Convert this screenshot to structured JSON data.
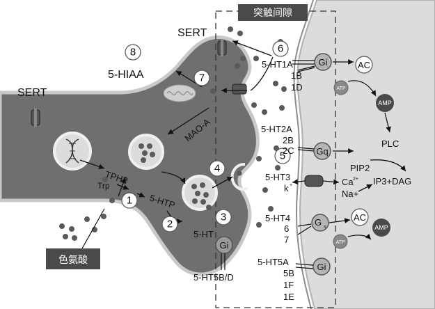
{
  "labels": {
    "synaptic_cleft": "突触间隙",
    "tryptophan": "色氨酸",
    "sert_top": "SERT",
    "sert_left": "SERT",
    "five_hiaa": "5-HIAA",
    "mao_a": "MAO-A",
    "tph2": "TPH2",
    "trp": "Trp",
    "five_htp": "5-HTP",
    "five_ht": "5-HT",
    "gi_pre": "Gi",
    "five_ht5bd": "5-HT5B/D",
    "ht1a": "5-HT1A",
    "ht1b": "1B",
    "ht1d": "1D",
    "ht2a": "5-HT2A",
    "ht2b": "2B",
    "ht2c": "2C",
    "ht3": "5-HT3",
    "k": "k",
    "ht4": "5-HT4",
    "ht6": "6",
    "ht7": "7",
    "ht5a": "5-HT5A",
    "ht5b": "5B",
    "ht1f": "1F",
    "ht1e": "1E",
    "gi_1": "Gi",
    "gq": "Gq",
    "gs": "G",
    "gs_sub": "s",
    "gi_2": "Gi",
    "ac_1": "AC",
    "ac_2": "AC",
    "atp_1": "ATP",
    "atp_2": "ATP",
    "amp_1": "AMP",
    "amp_2": "AMP",
    "plc": "PLC",
    "pip2": "PIP2",
    "ip3_dag": "IP3+DAG",
    "ca": "Ca",
    "ca_sup": "2+",
    "na": "Na+"
  },
  "steps": [
    "1",
    "2",
    "3",
    "4",
    "5",
    "6",
    "7",
    "8"
  ],
  "colors": {
    "neuron_fill": "#6f6f6f",
    "neuron_stroke": "#c9c9c9",
    "post_fill": "#dcdcdc",
    "dot": "#5a5a5a",
    "label_box": "#4a4a4a"
  }
}
